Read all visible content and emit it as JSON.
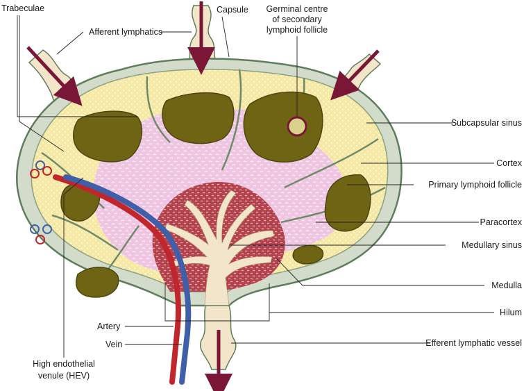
{
  "labels": {
    "trabeculae": "Trabeculae",
    "afferent_lymphatics": "Afferent lymphatics",
    "capsule": "Capsule",
    "germinal_centre": [
      "Germinal centre",
      "of secondary",
      "lymphoid follicle"
    ],
    "subcapsular_sinus": "Subcapsular sinus",
    "cortex": "Cortex",
    "primary_lymphoid_follicle": "Primary lymphoid follicle",
    "paracortex": "Paracortex",
    "medullary_sinus": "Medullary sinus",
    "medulla": "Medulla",
    "hilum": "Hilum",
    "efferent_lymphatic_vessel": "Efferent lymphatic vessel",
    "artery": "Artery",
    "vein": "Vein",
    "hev": [
      "High endothelial",
      "venule (HEV)"
    ]
  },
  "colors": {
    "capsule": "#d3dccb",
    "capsule_outline": "#5e7d5b",
    "cortex": "#f6e9a6",
    "follicle": "#6f6414",
    "paracortex": "#efc5e2",
    "medulla": "#b5434e",
    "sinus_channel": "#f2e5c9",
    "artery": "#c0262b",
    "vein": "#3f5fa8",
    "arrow": "#7a1737"
  }
}
